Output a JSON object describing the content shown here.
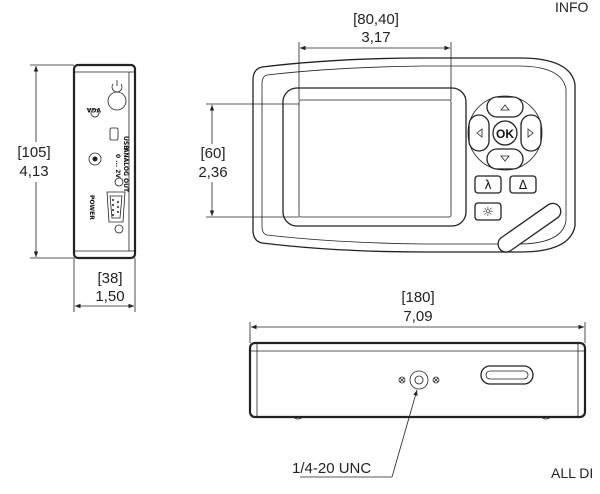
{
  "corner_text": {
    "top_right": "INFO",
    "bottom_right": "ALL DI"
  },
  "dimensions": {
    "display_width_mm": "[80,40]",
    "display_width_in": "3,17",
    "height_mm": "[105]",
    "height_in": "4,13",
    "display_height_mm": "[60]",
    "display_height_in": "2,36",
    "depth_mm": "[38]",
    "depth_in": "1,50",
    "length_mm": "[180]",
    "length_in": "7,09"
  },
  "side_panel_labels": {
    "vga": "VGA",
    "usb": "USB",
    "analog_out": "ANALOG OUT",
    "analog_sub": "0 ... 2V",
    "power": "POWER"
  },
  "keypad": {
    "ok": "OK",
    "lambda": "λ",
    "delta": "Δ",
    "backlight": "☼"
  },
  "callout": {
    "thread": "1/4-20 UNC"
  }
}
